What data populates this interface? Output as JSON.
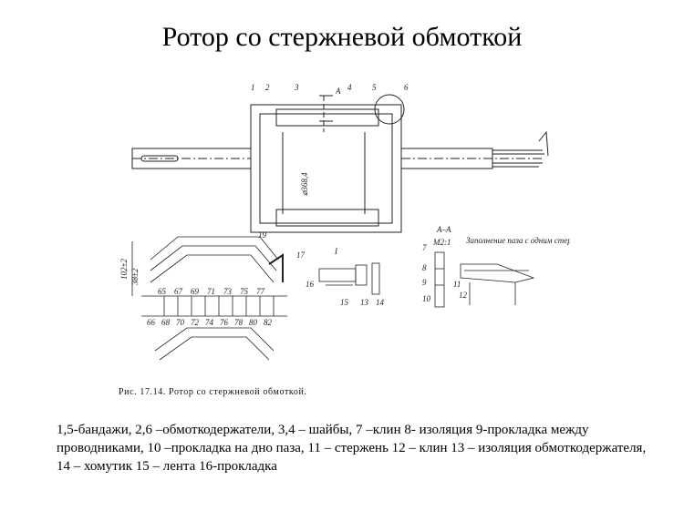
{
  "title": "Ротор со стержневой обмоткой",
  "figure": {
    "caption": "Рис. 17.14. Ротор со стержневой обмоткой.",
    "section_label": "А–А",
    "scale_label": "М2:1",
    "detail_label": "I",
    "slot_fill_label": "Заполнение паза с одним стержнем",
    "diameter_label": "⌀368,4",
    "dim_label_1": "102±2",
    "dim_label_2": "38±2",
    "top_labels": [
      "1",
      "2",
      "3",
      "А",
      "4",
      "5",
      "6"
    ],
    "winding_labels": [
      "19",
      "17"
    ],
    "detail_labels": [
      "16",
      "15",
      "13",
      "14"
    ],
    "section_labels": [
      "7",
      "8",
      "9",
      "10",
      "11",
      "12"
    ],
    "bar_numbers_top": [
      "65",
      "67",
      "69",
      "71",
      "73",
      "75",
      "77"
    ],
    "bar_numbers_bottom": [
      "66",
      "68",
      "70",
      "72",
      "74",
      "76",
      "78",
      "80",
      "82"
    ]
  },
  "legend_text": "1,5-бандажи, 2,6 –обмоткодержатели, 3,4 – шайбы, 7 –клин 8- изоляция 9-прокладка между проводниками, 10 –прокладка на дно паза, 11 – стержень 12 – клин 13 – изоляция обмоткодержателя, 14 – хомутик 15 – лента 16-прокладка"
}
